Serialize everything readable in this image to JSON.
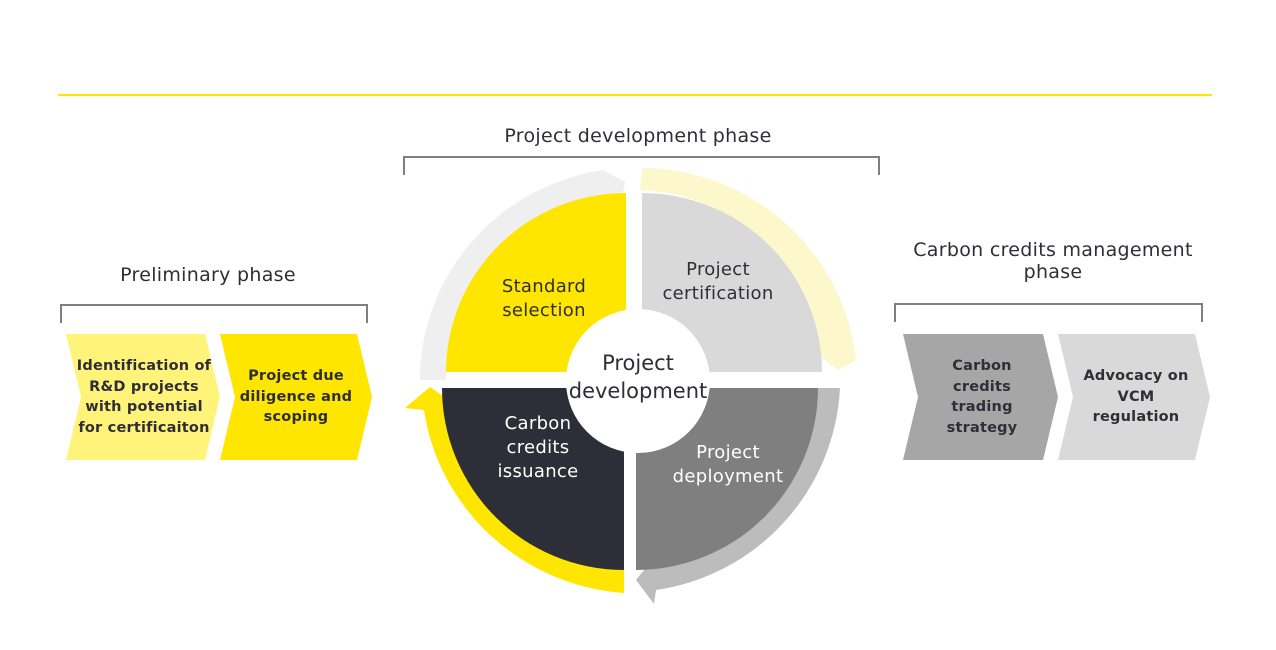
{
  "divider_color": "#ffe600",
  "preliminary": {
    "title": "Preliminary phase",
    "steps": [
      {
        "label": "Identification of R&D projects with potential for certificaiton",
        "color": "#fff37a"
      },
      {
        "label": "Project due diligence and scoping",
        "color": "#ffe600"
      }
    ]
  },
  "development": {
    "title": "Project development phase",
    "center": "Project development",
    "quadrants": [
      {
        "label": "Standard selection",
        "color": "#ffe600",
        "text_color": "#2e2e38"
      },
      {
        "label": "Project certification",
        "color": "#d9d9d9",
        "text_color": "#2e2e38"
      },
      {
        "label": "Project deployment",
        "color": "#7f7f7f",
        "text_color": "#ffffff"
      },
      {
        "label": "Carbon credits issuance",
        "color": "#2e2e38",
        "text_color": "#ffffff"
      }
    ],
    "arrows": [
      {
        "color": "#efefef"
      },
      {
        "color": "#fcf8cc"
      },
      {
        "color": "#bcbcbc"
      },
      {
        "color": "#ffe600"
      }
    ]
  },
  "management": {
    "title": "Carbon credits management phase",
    "steps": [
      {
        "label": "Carbon credits trading strategy",
        "color": "#a6a6a6"
      },
      {
        "label": "Advocacy on VCM regulation",
        "color": "#d9d9d9"
      }
    ]
  }
}
